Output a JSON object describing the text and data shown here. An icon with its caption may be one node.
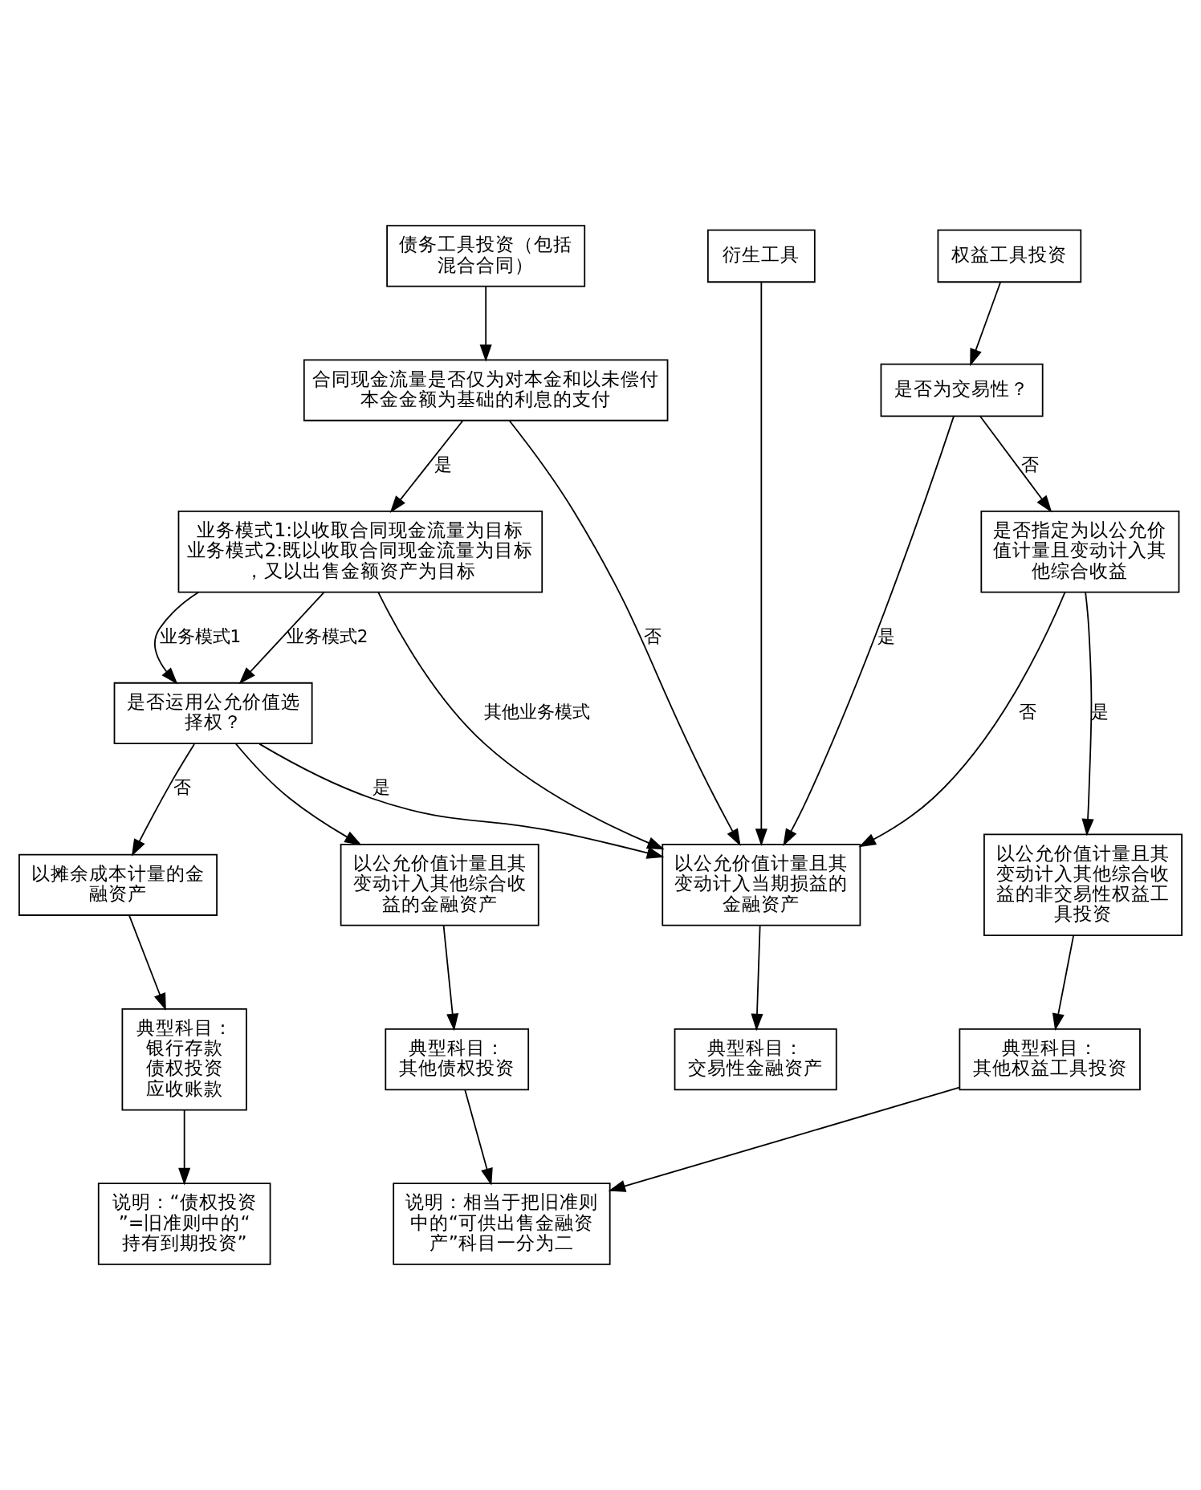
{
  "diagram": {
    "nodes": [
      {
        "text": [
          "债务工具投资（包括混合合同）"
        ]
      },
      {
        "text": [
          "衍生工具"
        ]
      },
      {
        "text": [
          "权益工具投资"
        ]
      },
      {
        "text": [
          "合同现金流量是否仅为对本金和以未偿付本金金额为基础的利息的支付"
        ]
      },
      {
        "text": [
          "是否为交易性？"
        ]
      },
      {
        "text": [
          "业务模式1:以收取合同现金流量为目标",
          "业务模式2:既以收取合同现金流量为目标，又以出售金额资产为目标"
        ]
      },
      {
        "text": [
          "是否指定为以公允价值计量且变动计入其他综合收益"
        ]
      },
      {
        "text": [
          "是否运用公允价值选择权？"
        ]
      },
      {
        "text": [
          "以摊余成本计量的金融资产"
        ]
      },
      {
        "text": [
          "以公允价值计量且其变动计入其他综合收益的金融资产"
        ]
      },
      {
        "text": [
          "以公允价值计量且其变动计入当期损益的金融资产"
        ]
      },
      {
        "text": [
          "以公允价值计量且其变动计入其他综合收益的非交易性权益工具投资"
        ]
      },
      {
        "text": [
          "典型科目：",
          "银行存款",
          "债权投资",
          "应收账款"
        ]
      },
      {
        "text": [
          "典型科目：",
          "其他债权投资"
        ]
      },
      {
        "text": [
          "典型科目：",
          "交易性金融资产"
        ]
      },
      {
        "text": [
          "典型科目：",
          "其他权益工具投资"
        ]
      },
      {
        "text": [
          "说明：“债权投资”=旧准则中的“持有到期投资”"
        ]
      },
      {
        "text": [
          "说明：相当于把旧准则中的“可供出售金融资产”科目一分为二"
        ]
      }
    ],
    "edges": [
      {
        "from": 0,
        "to": 3,
        "arrow": "to"
      },
      {
        "from": 1,
        "to": 10,
        "arrow": "to"
      },
      {
        "from": 2,
        "to": 4,
        "arrow": "to"
      },
      {
        "from": 3,
        "to": 10,
        "arrow": "to",
        "label": "否"
      },
      {
        "from": 3,
        "to": 5,
        "arrow": "to",
        "label": "是"
      },
      {
        "from": 4,
        "to": 10,
        "arrow": "to",
        "label": "是"
      },
      {
        "from": 4,
        "to": 6,
        "arrow": "to",
        "label": "否"
      },
      {
        "from": 5,
        "to": 10,
        "arrow": "to",
        "label": "其他业务模式"
      },
      {
        "from": 5,
        "to": 7,
        "arrow": "to",
        "label": "业务模式1"
      },
      {
        "from": 5,
        "to": 7,
        "arrow": "to",
        "label": "业务模式2"
      },
      {
        "from": 6,
        "to": 10,
        "arrow": "to",
        "label": "否"
      },
      {
        "from": 6,
        "to": 11,
        "arrow": "to",
        "label": "是"
      },
      {
        "from": 7,
        "to": 10,
        "arrow": "to",
        "label": "是"
      },
      {
        "from": 7,
        "to": 8,
        "arrow": "to",
        "label": "否"
      },
      {
        "from": 7,
        "to": 9,
        "arrow": "to"
      },
      {
        "from": 8,
        "to": 12,
        "arrow": "to"
      },
      {
        "from": 9,
        "to": 13,
        "arrow": "to"
      },
      {
        "from": 10,
        "to": 14,
        "arrow": "to"
      },
      {
        "from": 11,
        "to": 15,
        "arrow": "to"
      },
      {
        "from": 12,
        "to": 16,
        "arrow": "to"
      },
      {
        "from": 13,
        "to": 17,
        "arrow": "to"
      },
      {
        "from": 15,
        "to": 17,
        "arrow": "to"
      }
    ]
  }
}
